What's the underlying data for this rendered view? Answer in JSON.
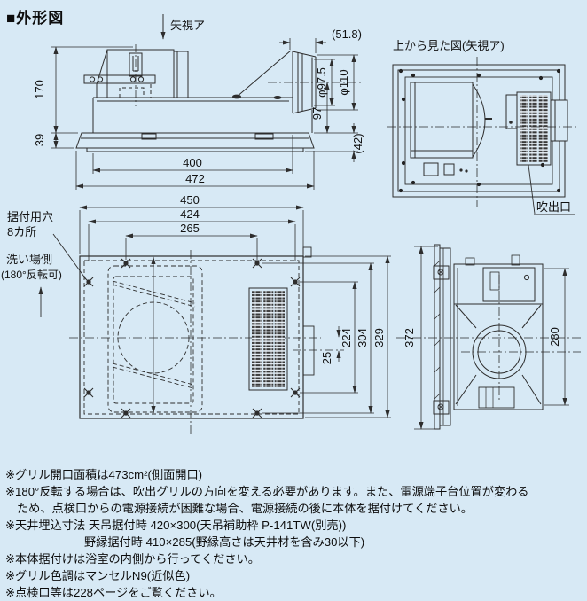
{
  "page": {
    "title": "■外形図",
    "bg_color": "#d7e9f5",
    "line_color": "#2d2d2d"
  },
  "side_view": {
    "arrow_label": "矢視ア",
    "dims": {
      "d170": "170",
      "d39": "39",
      "d400": "400",
      "d472": "472",
      "d51_8": "(51.8)",
      "phi97_5": "φ97.5",
      "phi110": "φ110",
      "d97": "97",
      "d42": "(42)"
    }
  },
  "top_view": {
    "title": "上から見た図(矢視ア)",
    "outlet_label": "吹出口"
  },
  "bottom_view": {
    "labels": {
      "holes1": "据付用穴",
      "holes2": "8カ所",
      "wash1": "洗い場側",
      "wash2": "(180°反転可)"
    },
    "dims": {
      "d450": "450",
      "d424": "424",
      "d265": "265",
      "d25": "25",
      "d224": "224",
      "d304": "304",
      "d329": "329"
    }
  },
  "right_view": {
    "dims": {
      "d372": "372",
      "d280": "280"
    }
  },
  "notes": [
    "※グリル開口面積は473cm²(側面開口)",
    "※180°反転する場合は、吹出グリルの方向を変える必要があります。また、電源端子台位置が変わる",
    "ため、点検口からの電源接続が困難な場合、電源接続の後に本体を据付けてください。",
    "※天井埋込寸法 天吊据付時 420×300(天吊補助枠 P-141TW(別売))",
    "野縁据付時 410×285(野縁高さは天井材を含み30以下)",
    "※本体据付けは浴室の内側から行ってください。",
    "※グリル色調はマンセルN9(近似色)",
    "※点検口等は228ページをご覧ください。"
  ]
}
